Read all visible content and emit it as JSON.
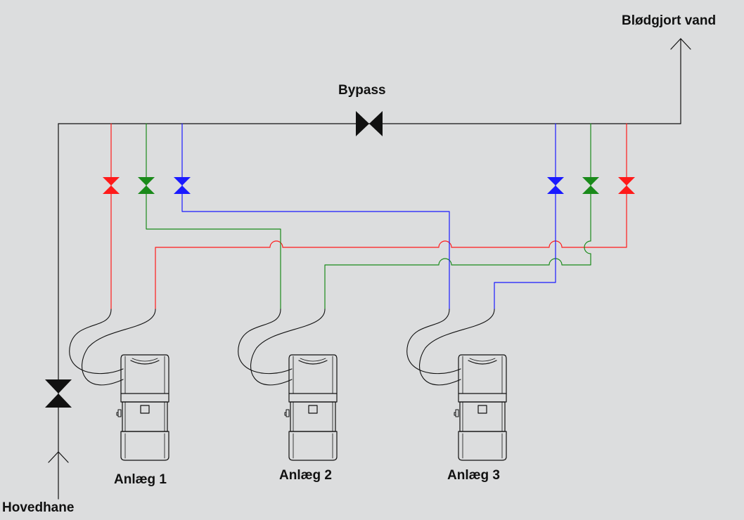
{
  "labels": {
    "outlet": "Blødgjort vand",
    "bypass": "Bypass",
    "inlet": "Hovedhane",
    "unit1": "Anlæg 1",
    "unit2": "Anlæg 2",
    "unit3": "Anlæg 3"
  },
  "colors": {
    "background": "#dcddde",
    "red": "#ff1a1a",
    "green": "#1a8a1a",
    "blue": "#1a1aff",
    "black": "#111111"
  },
  "icons": [
    "arrow-up-icon",
    "valve-icon",
    "softener-unit-icon"
  ]
}
